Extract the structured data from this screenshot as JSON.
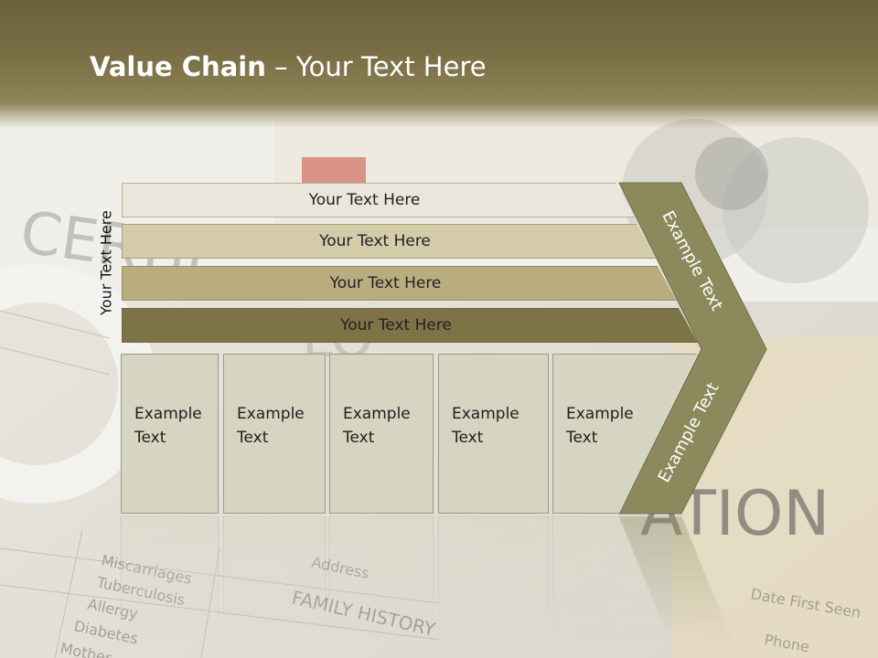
{
  "slide": {
    "title_bold": "Value Chain",
    "title_rest": " – Your Text Here",
    "side_label": "Your Text Here",
    "bars": [
      {
        "label": "Your Text Here",
        "color": "#ebe6dc"
      },
      {
        "label": "Your Text Here",
        "color": "#d4cba9"
      },
      {
        "label": "Your Text Here",
        "color": "#b9ad80"
      },
      {
        "label": "Your Text Here",
        "color": "#7d7347"
      }
    ],
    "boxes": [
      {
        "line1": "Example",
        "line2": "Text"
      },
      {
        "line1": "Example",
        "line2": "Text"
      },
      {
        "line1": "Example",
        "line2": "Text"
      },
      {
        "line1": "Example",
        "line2": "Text"
      },
      {
        "line1": "Example",
        "line2": "Text"
      }
    ],
    "chevron_upper_text": "Example Text",
    "chevron_lower_text": "Example Text",
    "chevron_color": "#8c8a5c"
  }
}
